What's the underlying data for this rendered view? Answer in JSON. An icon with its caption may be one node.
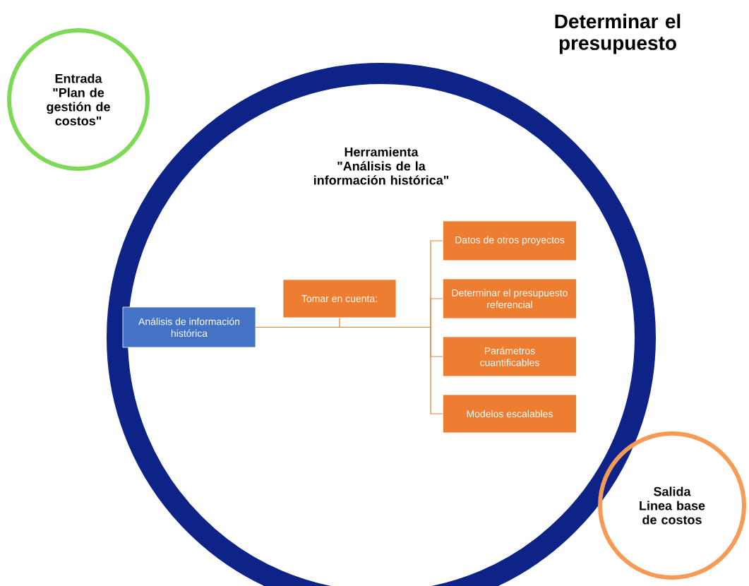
{
  "diagram": {
    "title": "Determinar el presupuesto",
    "nodes": [
      {
        "text": [
          "Entrada",
          "\"Plan de gestión de costos\""
        ]
      },
      {
        "text": [
          "Herramienta",
          "\"Análisis de la información histórica\""
        ]
      },
      {
        "text": [
          "Análisis de información histórica"
        ],
        "in": 1
      },
      {
        "text": [
          "Tomar en cuenta:"
        ],
        "in": 1
      },
      {
        "text": [
          "Datos de otros proyectos"
        ],
        "in": 1
      },
      {
        "text": [
          "Determinar el presupuesto referencial"
        ],
        "in": 1
      },
      {
        "text": [
          "Parámetros cuantificables"
        ],
        "in": 1
      },
      {
        "text": [
          "Modelos escalables"
        ],
        "in": 1
      },
      {
        "text": [
          "Salida",
          "Linea base de costos"
        ]
      }
    ],
    "edges": [
      {
        "from": 2,
        "to": 3,
        "arrow": "none"
      },
      {
        "from": 2,
        "to": 4,
        "arrow": "none"
      },
      {
        "from": 2,
        "to": 5,
        "arrow": "none"
      },
      {
        "from": 2,
        "to": 6,
        "arrow": "none"
      },
      {
        "from": 2,
        "to": 7,
        "arrow": "none"
      }
    ]
  }
}
